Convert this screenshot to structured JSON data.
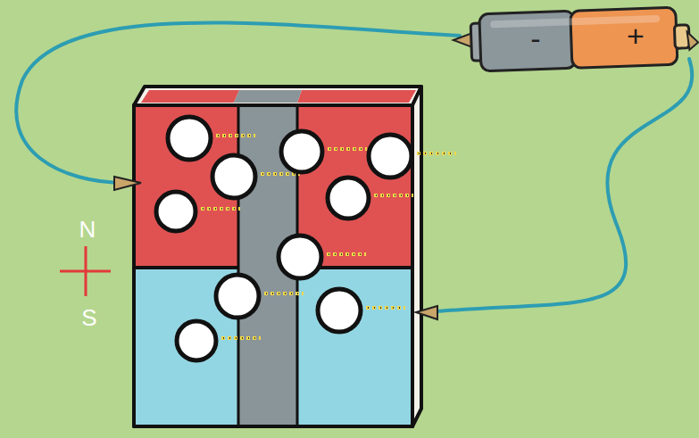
{
  "diagram": {
    "labels": [
      "N",
      "S",
      "-",
      "+"
    ]
  }
}
